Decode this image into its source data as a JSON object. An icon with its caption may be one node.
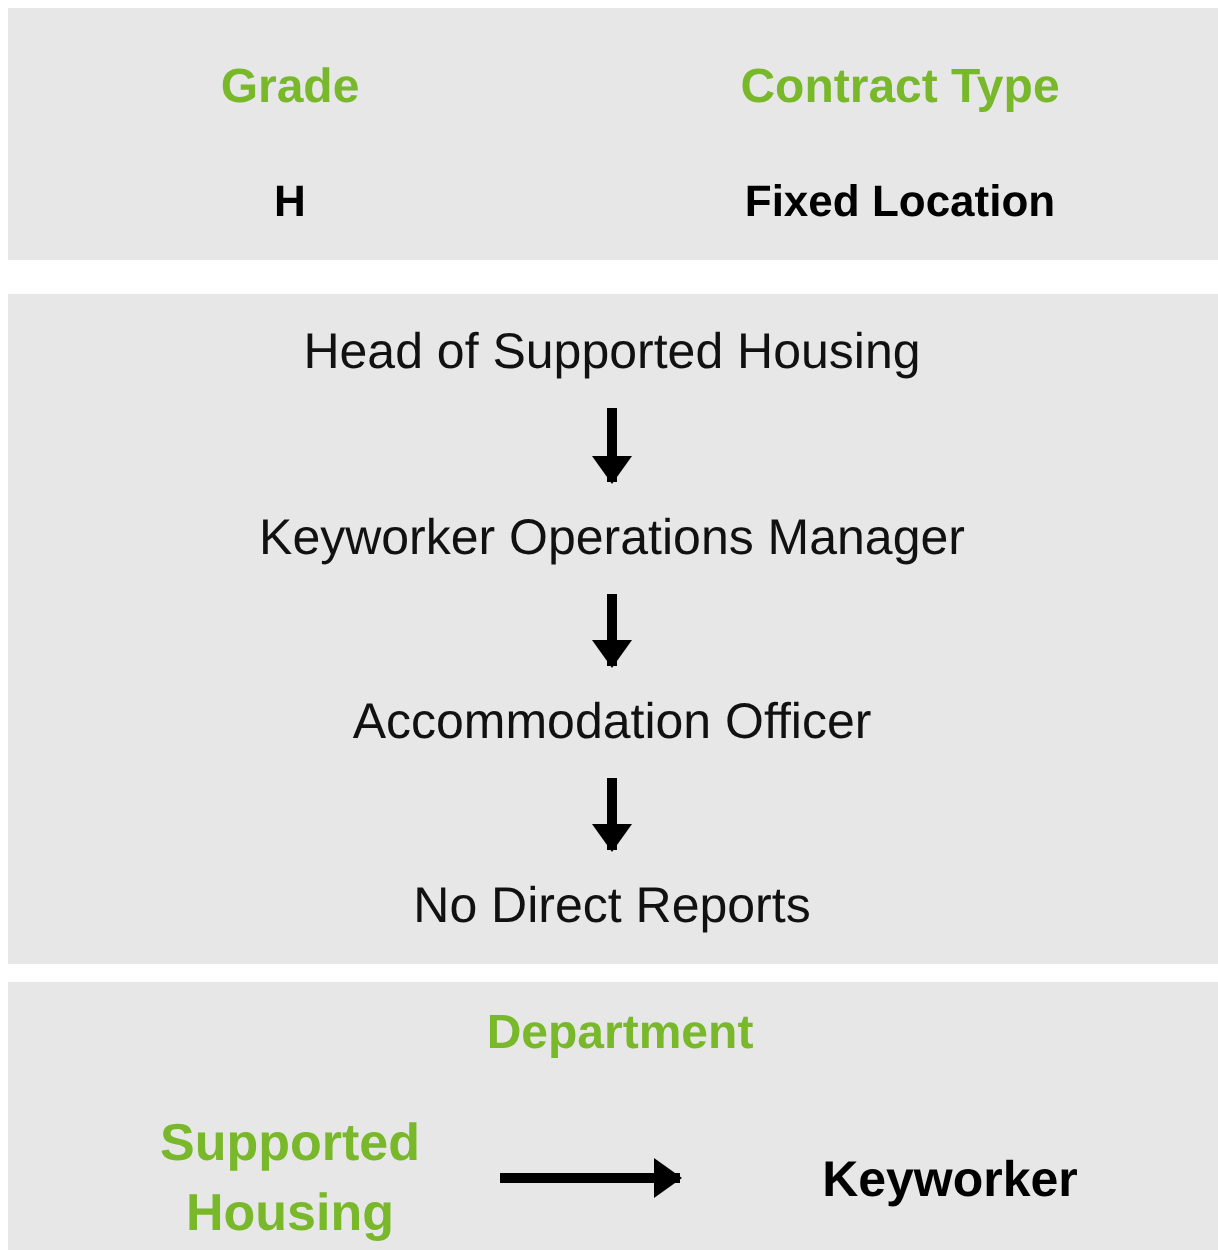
{
  "diagram": {
    "nodes": [
      {
        "text": [
          "Grade",
          "Contract Type",
          "H",
          "Fixed Location"
        ]
      },
      {
        "text": [],
        "shape": "box"
      },
      {
        "text": [
          "Head of Supported Housing"
        ],
        "in": 1
      },
      {
        "text": [
          "Keyworker Operations Manager"
        ],
        "in": 1
      },
      {
        "text": [
          "Accommodation Officer"
        ],
        "in": 1
      },
      {
        "text": [
          "No Direct Reports"
        ],
        "in": 1
      },
      {
        "text": [
          "Department"
        ]
      },
      {
        "text": [
          "Supported Housing"
        ],
        "in": 6
      },
      {
        "text": [
          "Keyworker"
        ],
        "in": 6
      }
    ],
    "edges": [
      {
        "from": 2,
        "to": 3,
        "arrow": "to"
      },
      {
        "from": 3,
        "to": 4,
        "arrow": "to"
      },
      {
        "from": 4,
        "to": 5,
        "arrow": "to"
      },
      {
        "from": 7,
        "to": 8,
        "arrow": "to"
      }
    ]
  }
}
